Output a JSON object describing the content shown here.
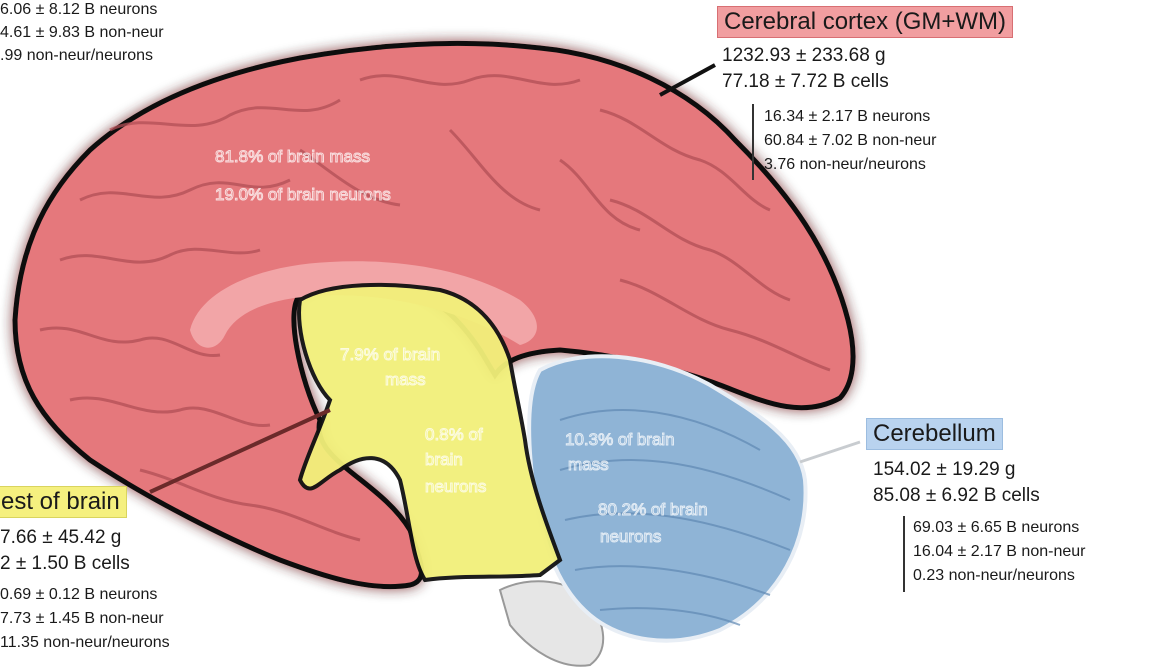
{
  "top_left_partial": {
    "line1": "6.06 ± 8.12 B neurons",
    "line2": "4.61 ± 9.83 B non-neur",
    "line3": ".99 non-neur/neurons"
  },
  "cerebral_cortex": {
    "label": "Cerebral cortex (GM+WM)",
    "mass": "1232.93 ± 233.68 g",
    "cells": "77.18 ± 7.72 B cells",
    "neurons": "16.34 ± 2.17 B neurons",
    "non_neur": "60.84 ± 7.02 B non-neur",
    "ratio": "3.76 non-neur/neurons",
    "overlay_mass": "81.8% of brain mass",
    "overlay_neurons": "19.0% of brain neurons",
    "color": "#e5787c"
  },
  "cerebellum": {
    "label": "Cerebellum",
    "mass": "154.02 ± 19.29 g",
    "cells": "85.08 ± 6.92 B cells",
    "neurons": "69.03 ± 6.65 B neurons",
    "non_neur": "16.04 ± 2.17 B non-neur",
    "ratio": "0.23 non-neur/neurons",
    "overlay_mass_1": "10.3% of brain",
    "overlay_mass_2": "mass",
    "overlay_neurons_1": "80.2% of brain",
    "overlay_neurons_2": "neurons",
    "color": "#8fb4d6"
  },
  "rest_of_brain": {
    "label": "est of brain",
    "mass": "7.66 ± 45.42 g",
    "cells": "2 ± 1.50 B cells",
    "neurons": "0.69 ± 0.12 B neurons",
    "non_neur": "7.73 ± 1.45 B non-neur",
    "ratio": "11.35 non-neur/neurons",
    "overlay_mass_1": "7.9% of brain",
    "overlay_mass_2": "mass",
    "overlay_neurons_1": "0.8% of",
    "overlay_neurons_2": "brain",
    "overlay_neurons_3": "neurons",
    "color": "#f2f07a"
  }
}
